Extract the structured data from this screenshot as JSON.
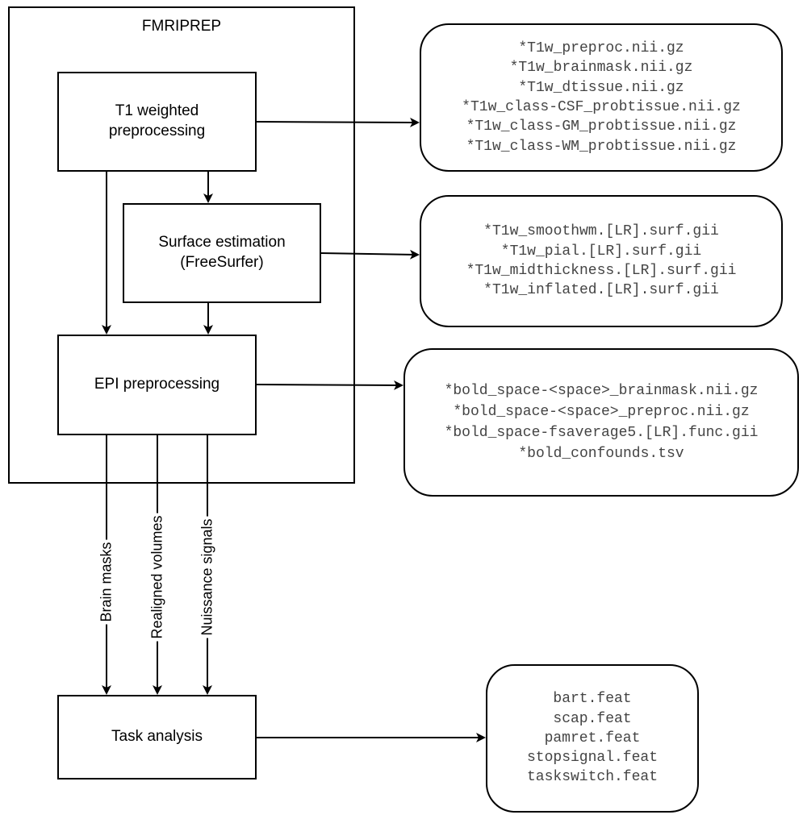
{
  "fmriprep": {
    "title": "FMRIPREP"
  },
  "boxes": {
    "t1": "T1 weighted\npreprocessing",
    "surface": "Surface estimation\n(FreeSurfer)",
    "epi": "EPI preprocessing",
    "task": "Task analysis"
  },
  "outputs": {
    "t1": [
      "*T1w_preproc.nii.gz",
      "*T1w_brainmask.nii.gz",
      "*T1w_dtissue.nii.gz",
      "*T1w_class-CSF_probtissue.nii.gz",
      "*T1w_class-GM_probtissue.nii.gz",
      "*T1w_class-WM_probtissue.nii.gz"
    ],
    "surface": [
      "*T1w_smoothwm.[LR].surf.gii",
      "*T1w_pial.[LR].surf.gii",
      "*T1w_midthickness.[LR].surf.gii",
      "*T1w_inflated.[LR].surf.gii"
    ],
    "epi": [
      "*bold_space-<space>_brainmask.nii.gz",
      "*bold_space-<space>_preproc.nii.gz",
      "*bold_space-fsaverage5.[LR].func.gii",
      "*bold_confounds.tsv"
    ],
    "task": [
      "bart.feat",
      "scap.feat",
      "pamret.feat",
      "stopsignal.feat",
      "taskswitch.feat"
    ]
  },
  "edge_labels": {
    "brain_masks": "Brain masks",
    "realigned": "Realigned volumes",
    "nuisance": "Nuissance signals"
  }
}
